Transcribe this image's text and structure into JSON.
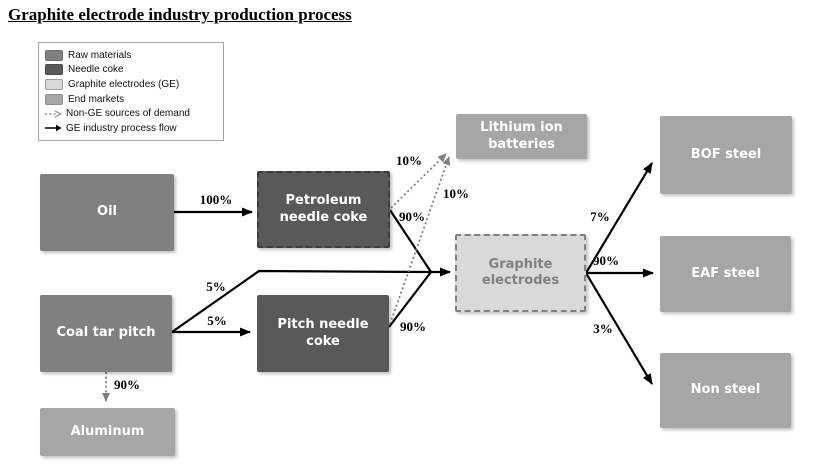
{
  "title": "Graphite electrode industry production process",
  "legend": {
    "items": [
      {
        "label": "Raw materials",
        "swatch": "#808080"
      },
      {
        "label": "Needle coke",
        "swatch": "#595959"
      },
      {
        "label": "Graphite electrodes (GE)",
        "swatch": "#d9d9d9"
      },
      {
        "label": "End markets",
        "swatch": "#a6a6a6"
      },
      {
        "label": "Non-GE sources of demand",
        "swatch": "dashed-gray-arrow"
      },
      {
        "label": "GE industry process flow",
        "swatch": "solid-black-arrow"
      }
    ]
  },
  "nodes": {
    "oil": {
      "label": "Oil",
      "type": "raw-material"
    },
    "coal_tar_pitch": {
      "label": "Coal tar pitch",
      "type": "raw-material"
    },
    "aluminum": {
      "label": "Aluminum",
      "type": "end-market"
    },
    "petroleum_needle_coke": {
      "label": "Petroleum needle coke",
      "type": "needle-coke"
    },
    "pitch_needle_coke": {
      "label": "Pitch needle coke",
      "type": "needle-coke"
    },
    "lithium_ion_batteries": {
      "label": "Lithium ion batteries",
      "type": "end-market"
    },
    "graphite_electrodes": {
      "label": "Graphite electrodes",
      "type": "graphite-electrodes"
    },
    "bof_steel": {
      "label": "BOF steel",
      "type": "end-market"
    },
    "eaf_steel": {
      "label": "EAF steel",
      "type": "end-market"
    },
    "non_steel": {
      "label": "Non steel",
      "type": "end-market"
    }
  },
  "flows": {
    "oil_to_petroleum_needle_coke": "100%",
    "coal_tar_pitch_to_graphite_electrodes": "5%",
    "coal_tar_pitch_to_pitch_needle_coke": "5%",
    "petroleum_needle_coke_to_lithium": "10%",
    "pitch_needle_coke_to_lithium": "10%",
    "petroleum_needle_coke_to_graphite_electrodes": "90%",
    "pitch_needle_coke_to_graphite_electrodes": "90%",
    "coal_tar_pitch_to_aluminum": "90%",
    "graphite_electrodes_to_bof_steel": "7%",
    "graphite_electrodes_to_eaf_steel": "90%",
    "graphite_electrodes_to_non_steel": "3%"
  },
  "colors": {
    "raw_materials": "#808080",
    "needle_coke": "#595959",
    "graphite_electrodes_fill": "#d9d9d9",
    "graphite_electrodes_text": "#808080",
    "end_markets": "#a6a6a6",
    "ge_process_flow": "#000000",
    "non_ge_flow": "#808080",
    "box_text": "#ffffff"
  }
}
